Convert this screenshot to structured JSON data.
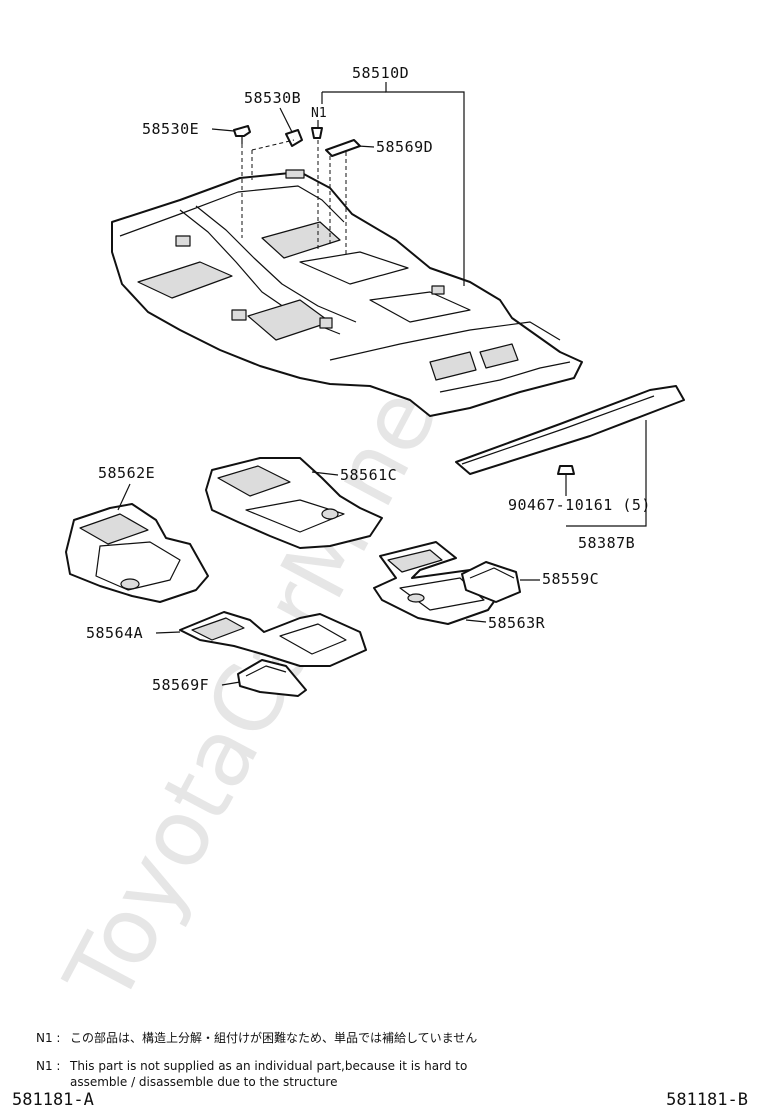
{
  "watermark": "ToyotaCarMine.ru",
  "labels": {
    "p58510D": "58510D",
    "p58530B": "58530B",
    "n1": "N1",
    "p58530E": "58530E",
    "p58569D": "58569D",
    "p58562E": "58562E",
    "p58561C": "58561C",
    "p90467": "90467-10161 (5)",
    "p58387B": "58387B",
    "p58559C": "58559C",
    "p58564A": "58564A",
    "p58563R": "58563R",
    "p58569F": "58569F"
  },
  "notes": [
    {
      "key": "N1 :",
      "text": "この部品は、構造上分解・組付けが困難なため、単品では補給していません"
    },
    {
      "key": "N1 :",
      "text": "This part is not supplied as an individual part,because it is hard to assemble / disassemble due to the structure"
    }
  ],
  "ref_left": "581181-A",
  "ref_right": "581181-B"
}
